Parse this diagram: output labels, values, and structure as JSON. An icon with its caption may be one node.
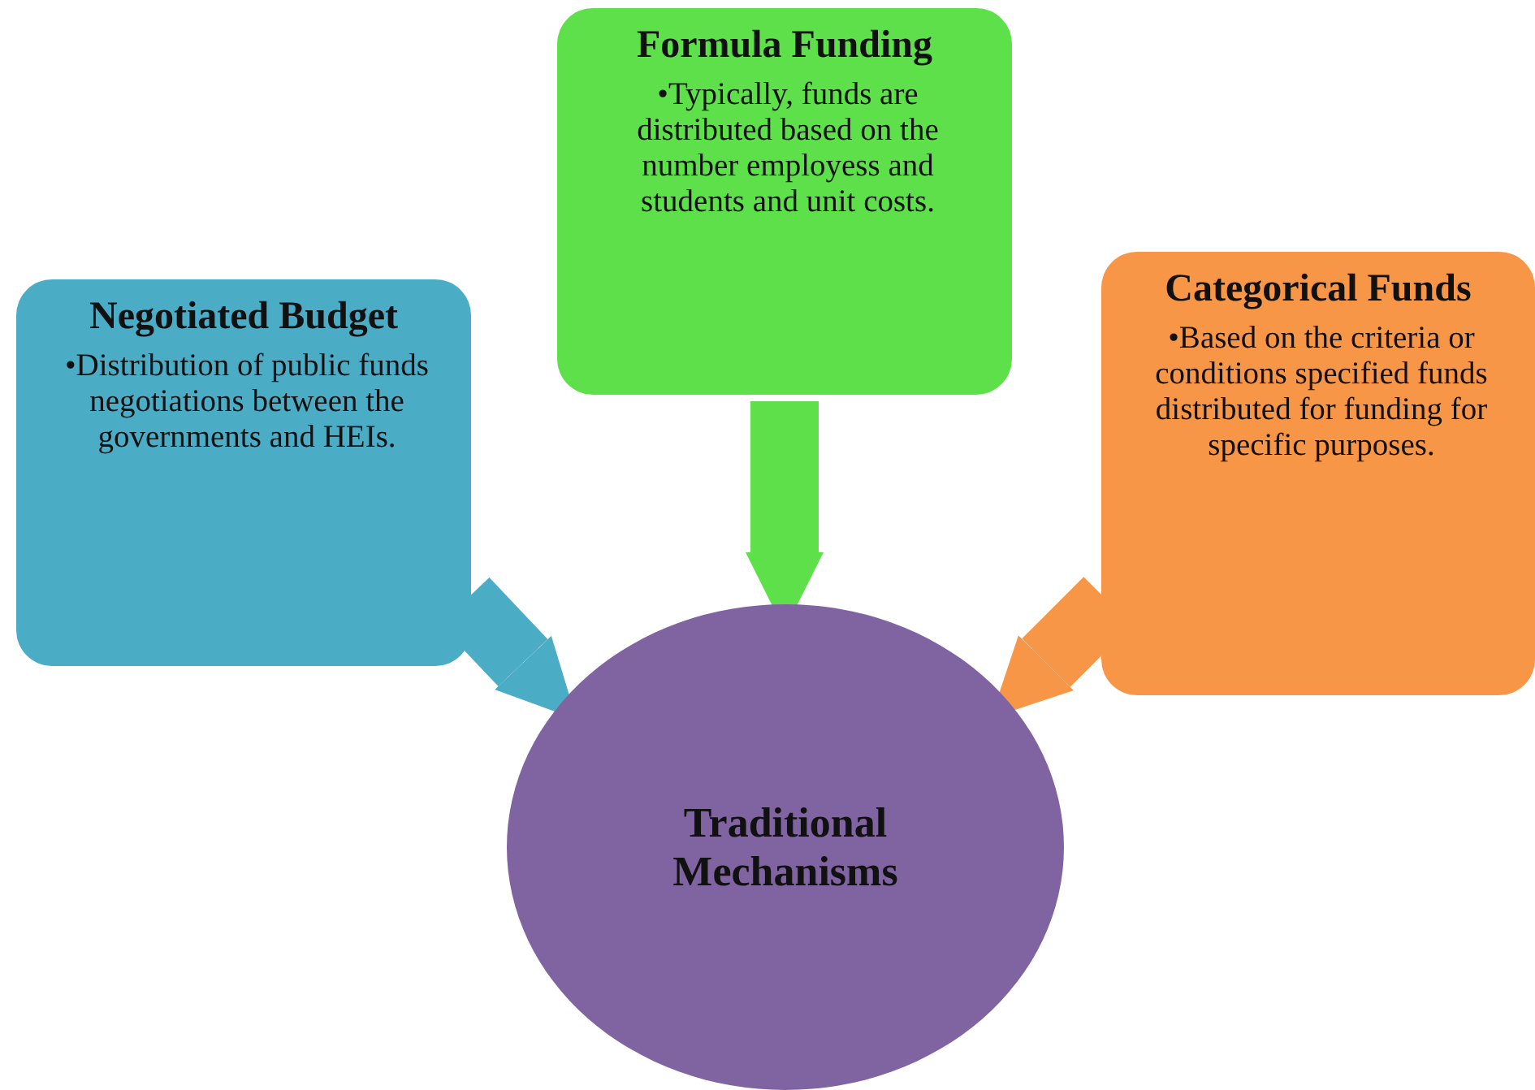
{
  "diagram": {
    "nodes": [
      {
        "text": [
          "Negotiated Budget",
          "•Distribution of public funds negotiations between the governments and HEIs."
        ]
      },
      {
        "text": [
          "Formula Funding",
          "•Typically, funds are distributed based on the number employess and students and unit costs."
        ]
      },
      {
        "text": [
          "Categorical Funds",
          "•Based on the criteria or conditions specified funds distributed for funding for specific purposes."
        ]
      },
      {
        "text": [
          "Traditional Mechanisms"
        ]
      }
    ],
    "edges": [
      {
        "from": 0,
        "to": 3,
        "arrow": "to",
        "color": "#4bacc6"
      },
      {
        "from": 1,
        "to": 3,
        "arrow": "to",
        "color": "#5ee04a"
      },
      {
        "from": 2,
        "to": 3,
        "arrow": "to",
        "color": "#f79646"
      }
    ]
  }
}
